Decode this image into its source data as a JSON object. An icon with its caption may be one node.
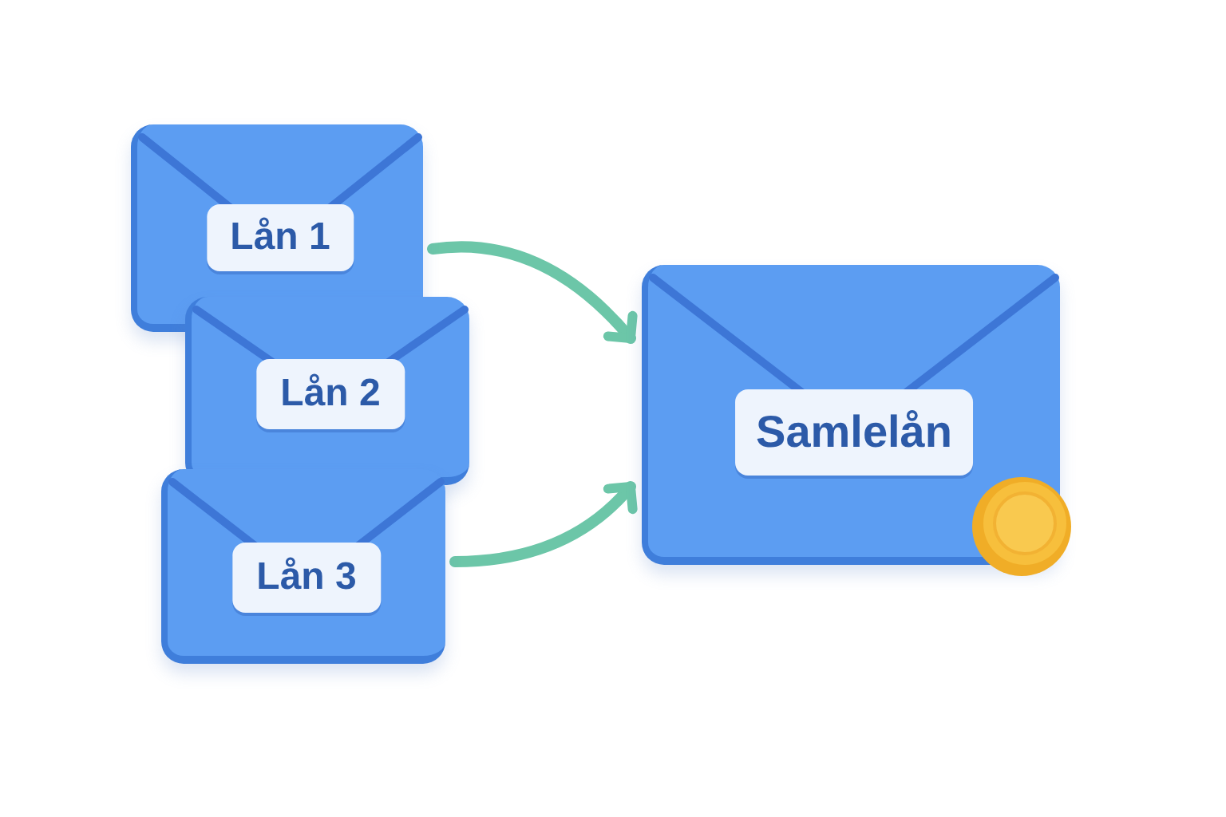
{
  "diagram": {
    "nodes": [
      {
        "text": [
          "Lån 1"
        ]
      },
      {
        "text": [
          "Lån 2"
        ]
      },
      {
        "text": [
          "Lån 3"
        ]
      },
      {
        "text": [
          "Samlelån"
        ]
      }
    ],
    "edges": [
      {
        "from": 0,
        "to": 3,
        "arrow": "to"
      },
      {
        "from": 2,
        "to": 3,
        "arrow": "to"
      }
    ]
  }
}
